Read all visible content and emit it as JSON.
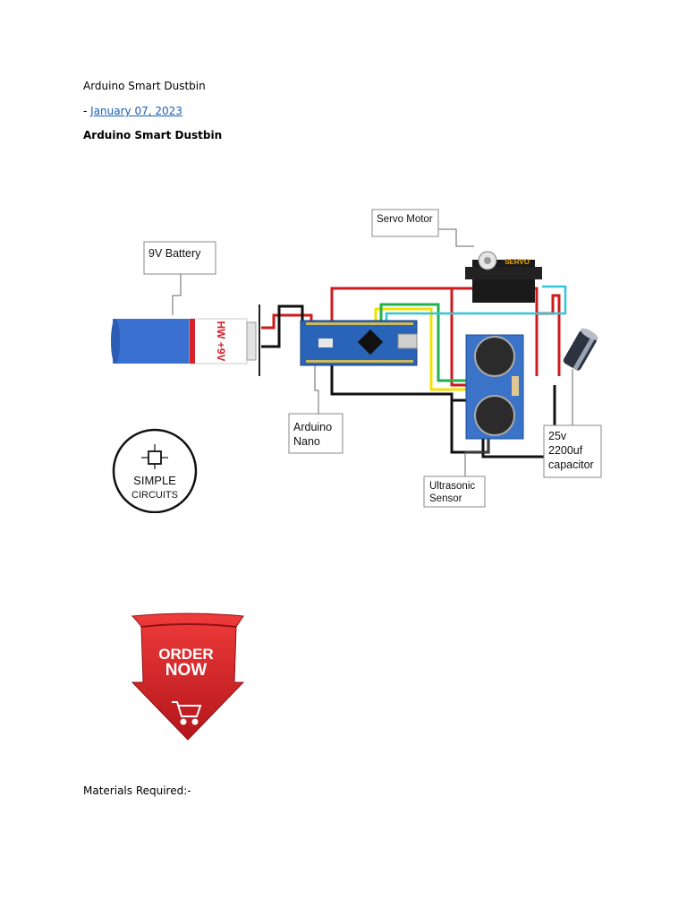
{
  "post": {
    "title": "Arduino Smart Dustbin",
    "date_prefix": "- ",
    "date": "January 07, 2023",
    "heading": "Arduino Smart Dustbin",
    "materials_label": "Materials Required:-"
  },
  "diagram": {
    "labels": {
      "battery": "9V Battery",
      "servo": "Servo Motor",
      "arduino_line1": "Arduino",
      "arduino_line2": "Nano",
      "ultrasonic_line1": "Ultrasonic",
      "ultrasonic_line2": "Sensor",
      "capacitor_line1": "25v",
      "capacitor_line2": "2200uf",
      "capacitor_line3": "capacitor"
    },
    "battery_text": "HW +9V",
    "servo_text": "SERVO",
    "logo_line1": "SIMPLE",
    "logo_line2": "CIRCUITS"
  },
  "order_button": {
    "line1": "ORDER",
    "line2": "NOW"
  },
  "colors": {
    "link": "#1a5fb4",
    "wire_red": "#d0191a",
    "wire_black": "#111111",
    "wire_yellow": "#f2e200",
    "wire_green": "#22b14c",
    "wire_cyan": "#34c6d8",
    "arduino_board": "#2a64b8",
    "sensor_board": "#3a73c8",
    "order_red": "#e2252b"
  }
}
